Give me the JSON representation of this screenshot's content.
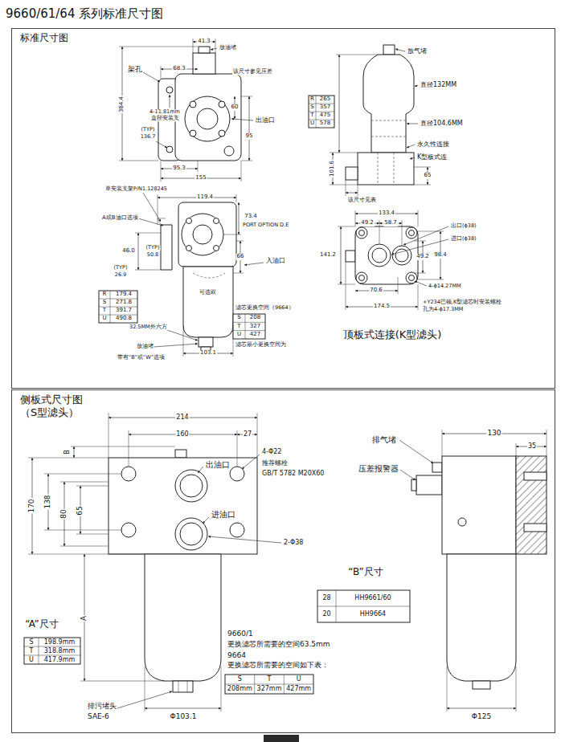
{
  "diagram": {
    "title": "9660/61/64 系列标准尺寸图",
    "nodes": [
      {
        "text": [
          "标准尺寸图"
        ]
      },
      {
        "text": [
          "侧板式尺寸图 （S型滤头）"
        ]
      }
    ],
    "labels": [
      "架孔",
      "41.3",
      "放油堵",
      "68.3",
      "该尺寸参见压差",
      "384.4",
      "4-11.81mm",
      "直径安装支",
      "60",
      "出油口",
      "(TYP)",
      "136.7",
      "95",
      "95.3",
      "155",
      "放气堵",
      "R",
      "265",
      "S",
      "357",
      "T",
      "475",
      "U",
      "578",
      "直径132MM",
      "直径104.6MM",
      "永久性连接",
      "K型板式连",
      "101.6",
      "65",
      "该尺寸见表",
      "单安装支架P/N1.128245",
      "119.4",
      "A或B油口选项",
      "73.4",
      "PORT OPTION D.E",
      "46.0",
      "(TYP)",
      "50.8",
      "66",
      "入油口",
      "(TYP)",
      "26.9",
      "R",
      "179.4",
      "S",
      "271.8",
      "T",
      "391.7",
      "U",
      "490.8",
      "可选双",
      "滤芯更换空间（9664）",
      "S",
      "208",
      "T",
      "327",
      "U",
      "427",
      "32.5MM外六方",
      "滤芯最小更换空间为",
      "放油堵",
      "带有“B”或“W”选项",
      "103.1",
      "133.4",
      "出口(ϕ38)",
      "进口(ϕ38)",
      "49.2",
      "58.7",
      "49.2",
      "141.2",
      "98.4",
      "4-ϕ14.27MM",
      "70.6",
      "174.5",
      "+Y234巴顿,K型滤芯时安装螺栓",
      "孔为4-ϕ17.3MM",
      "顶板式连接(K型滤头)",
      "214",
      "160",
      "27",
      "4-Φ22",
      "推荐螺栓",
      "GB/T 5782 M20X60",
      "B",
      "出油口",
      "170",
      "138",
      "80",
      "65",
      "进油口",
      "2-Φ38",
      "A",
      "“B”尺寸",
      "28",
      "HH9661/60",
      "20",
      "HH9664",
      "“A”尺寸",
      "S",
      "198.9mm",
      "T",
      "318.8mm",
      "U",
      "417.9mm",
      "9660/1",
      "更换滤芯所需要的空间63.5mm",
      "9664",
      "更换滤芯所需要的空间如下表：",
      "S",
      "T",
      "U",
      "208mm",
      "327mm",
      "427mm",
      "排污堵头",
      "SAE-6",
      "Φ103.1",
      "130",
      "35",
      "排气堵",
      "压差报警器",
      "Φ125"
    ]
  }
}
